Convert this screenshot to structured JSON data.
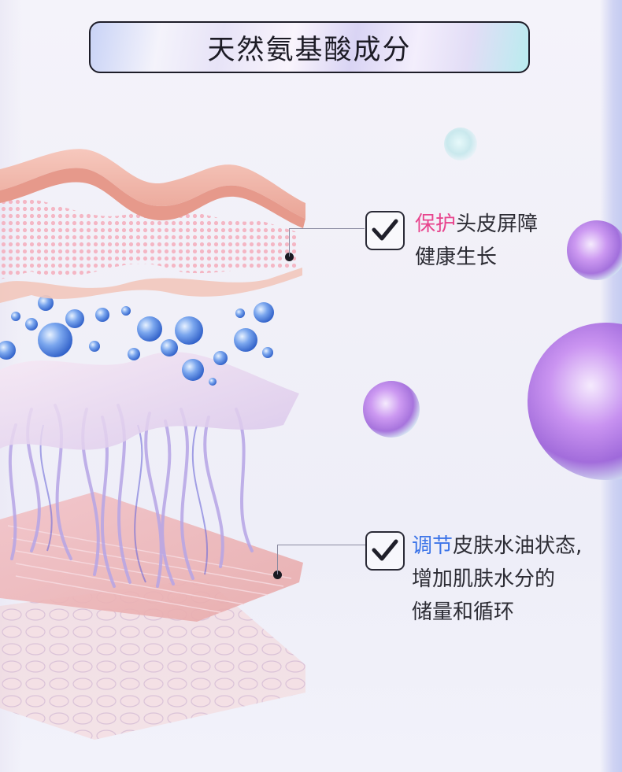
{
  "header": {
    "title": "天然氨基酸成分"
  },
  "callouts": [
    {
      "highlight": "保护",
      "rest": "头皮屏障",
      "line2": "健康生长",
      "highlight_color": "#e8458e",
      "icon": "check-icon"
    },
    {
      "highlight": "调节",
      "rest": "皮肤水油状态,",
      "line2": "增加肌肤水分的",
      "line3": "储量和循环",
      "highlight_color": "#3c74e8",
      "icon": "check-icon"
    }
  ],
  "colors": {
    "skin_layer": "#f0b7ad",
    "bubbles": "#6f9ee6",
    "fibers": "#c7b5ea",
    "accent_purple": "#a36ee0"
  }
}
